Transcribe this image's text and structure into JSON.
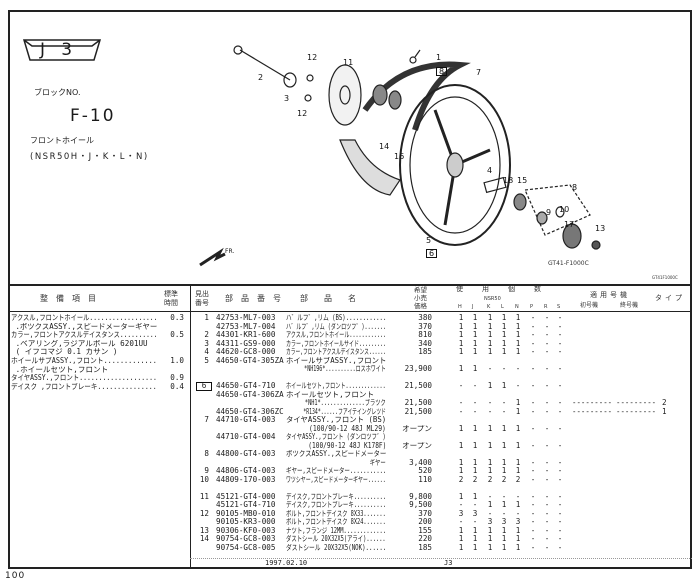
{
  "block": {
    "badge": "J   3",
    "block_no_label": "ブロックNO.",
    "block_no": "F-10",
    "title": "フロントホイール",
    "models": "(NSR50H・J・K・L・N)"
  },
  "diagram": {
    "drawing_code": "GT41-F1000C",
    "corner_code": "GT41F1000C",
    "fr_label": "FR.",
    "callouts": [
      {
        "label": "2",
        "boxed": false
      },
      {
        "label": "3",
        "boxed": false
      },
      {
        "label": "12",
        "boxed": false
      },
      {
        "label": "12",
        "boxed": false
      },
      {
        "label": "11",
        "boxed": false
      },
      {
        "label": "1",
        "boxed": false
      },
      {
        "label": "8",
        "boxed": true
      },
      {
        "label": "7",
        "boxed": false
      },
      {
        "label": "14",
        "boxed": false
      },
      {
        "label": "16",
        "boxed": false
      },
      {
        "label": "4",
        "boxed": false
      },
      {
        "label": "18",
        "boxed": false
      },
      {
        "label": "15",
        "boxed": false
      },
      {
        "label": "5",
        "boxed": false
      },
      {
        "label": "6",
        "boxed": true
      },
      {
        "label": "8",
        "boxed": false
      },
      {
        "label": "9",
        "boxed": false
      },
      {
        "label": "10",
        "boxed": false
      },
      {
        "label": "17",
        "boxed": false
      },
      {
        "label": "13",
        "boxed": false
      }
    ]
  },
  "left_table": {
    "headers": {
      "item": "整　備　項　目",
      "time": "標準 時間"
    },
    "rows": [
      {
        "text": "アクスル,フロントホイール..................",
        "time": "0.3"
      },
      {
        "text": " .ボツクスASSY.,スピードメーターギヤー",
        "time": ""
      },
      {
        "text": "カラー,フロントアクスルデイスタンス..........",
        "time": "0.5"
      },
      {
        "text": " .ベアリング,ラジアルボール 6201UU",
        "time": ""
      },
      {
        "text": " ( イフコマジ 0.1 カサン )",
        "time": ""
      },
      {
        "text": "ホイールサブASSY.,フロント.............",
        "time": "1.0"
      },
      {
        "text": " .ホイールセツト,フロント",
        "time": ""
      },
      {
        "text": "タイヤASSY.,フロント....................",
        "time": "0.9"
      },
      {
        "text": "デイスク ,フロントブレーキ...............",
        "time": "0.4"
      }
    ]
  },
  "parts_table": {
    "headers": {
      "ref": "見出 番号",
      "part_no": "部　品　番　号",
      "name": "部　　品　　名",
      "price": "希望 小売 価格",
      "qty": "使　用　個　数",
      "model": "NSR50",
      "variants": [
        "H",
        "J",
        "K",
        "L",
        "N",
        "P",
        "R",
        "S"
      ],
      "serial": "適用号機",
      "serial_start": "初号機",
      "serial_end": "終号機",
      "type": "タイプ"
    },
    "rows": [
      {
        "ref": "1",
        "boxed": false,
        "part_no": "42753-ML7-003",
        "name": "ハ゛ルフ゛,リム (BS)............",
        "price": "380",
        "qty": [
          "1",
          "1",
          "1",
          "1",
          "1",
          "-",
          "-",
          "-"
        ],
        "start": "",
        "end": "",
        "type": ""
      },
      {
        "ref": "",
        "boxed": false,
        "part_no": "42753-ML7-004",
        "name": "ハ゛ルフ゛,リム (ダンロツフ゜).......",
        "price": "370",
        "qty": [
          "1",
          "1",
          "1",
          "1",
          "1",
          "-",
          "-",
          "-"
        ],
        "start": "",
        "end": "",
        "type": ""
      },
      {
        "ref": "2",
        "boxed": false,
        "part_no": "44301-KR1-600",
        "name": "アクスル,フロントホイール............",
        "price": "810",
        "qty": [
          "1",
          "1",
          "1",
          "1",
          "1",
          "-",
          "-",
          "-"
        ],
        "start": "",
        "end": "",
        "type": ""
      },
      {
        "ref": "3",
        "boxed": false,
        "part_no": "44311-GS9-000",
        "name": "カラー,フロントホイールサイド.........",
        "price": "340",
        "qty": [
          "1",
          "1",
          "1",
          "1",
          "1",
          "-",
          "-",
          "-"
        ],
        "start": "",
        "end": "",
        "type": ""
      },
      {
        "ref": "4",
        "boxed": false,
        "part_no": "44620-GC8-000",
        "name": "カラー,フロントアクスルデイスタンス......",
        "price": "185",
        "qty": [
          "1",
          "1",
          "1",
          "1",
          "1",
          "-",
          "-",
          "-"
        ],
        "start": "",
        "end": "",
        "type": ""
      },
      {
        "ref": "5",
        "boxed": false,
        "part_no": "44650-GT4-305ZA",
        "name": "ホイールサブASSY.,フロント",
        "price": "",
        "qty": [
          "",
          "",
          "",
          "",
          "",
          "",
          "",
          ""
        ],
        "start": "",
        "end": "",
        "type": ""
      },
      {
        "ref": "",
        "boxed": false,
        "part_no": "",
        "name": "      *NH196*..........ロスホワイト",
        "price": "23,900",
        "qty": [
          "1",
          "1",
          "-",
          "-",
          "-",
          "-",
          "-",
          "-"
        ],
        "start": "",
        "end": "",
        "type": ""
      },
      {
        "ref": "",
        "boxed": false,
        "part_no": "",
        "name": "",
        "price": "",
        "qty": [
          "",
          "",
          "",
          "",
          "",
          "",
          "",
          ""
        ],
        "start": "",
        "end": "",
        "type": ""
      },
      {
        "ref": "6",
        "boxed": true,
        "part_no": "44650-GT4-710",
        "name": "ホイールセツト,フロント.............",
        "price": "21,500",
        "qty": [
          "-",
          "-",
          "1",
          "1",
          "-",
          "-",
          "-",
          "-"
        ],
        "start": "",
        "end": "",
        "type": ""
      },
      {
        "ref": "",
        "boxed": false,
        "part_no": "44650-GT4-306ZA",
        "name": "ホイールセツト,フロント",
        "price": "",
        "qty": [
          "",
          "",
          "",
          "",
          "",
          "",
          "",
          ""
        ],
        "start": "",
        "end": "",
        "type": ""
      },
      {
        "ref": "",
        "boxed": false,
        "part_no": "",
        "name": "      *NH1*..............ブラツク",
        "price": "21,500",
        "qty": [
          "-",
          "-",
          "-",
          "-",
          "1",
          "-",
          "-",
          "-"
        ],
        "start": "---------",
        "end": "---------",
        "type": "2"
      },
      {
        "ref": "",
        "boxed": false,
        "part_no": "44650-GT4-306ZC",
        "name": "      *R134*......フアイテイングレツド",
        "price": "21,500",
        "qty": [
          "-",
          "-",
          "-",
          "-",
          "1",
          "-",
          "-",
          "-"
        ],
        "start": "---------",
        "end": "---------",
        "type": "1"
      },
      {
        "ref": "7",
        "boxed": false,
        "part_no": "44710-GT4-003",
        "name": "タイヤASSY.,フロント (BS)",
        "price": "",
        "qty": [
          "",
          "",
          "",
          "",
          "",
          "",
          "",
          ""
        ],
        "start": "",
        "end": "",
        "type": ""
      },
      {
        "ref": "",
        "boxed": false,
        "part_no": "",
        "name": "      (100/90-12 48J ML29)",
        "price": "オープン",
        "qty": [
          "1",
          "1",
          "1",
          "1",
          "1",
          "-",
          "-",
          "-"
        ],
        "start": "",
        "end": "",
        "type": ""
      },
      {
        "ref": "",
        "boxed": false,
        "part_no": "44710-GT4-004",
        "name": "タイヤASSY.,フロント (ダンロツフ゜)",
        "price": "",
        "qty": [
          "",
          "",
          "",
          "",
          "",
          "",
          "",
          ""
        ],
        "start": "",
        "end": "",
        "type": ""
      },
      {
        "ref": "",
        "boxed": false,
        "part_no": "",
        "name": "      (100/90-12 48J K178F)",
        "price": "オープン",
        "qty": [
          "1",
          "1",
          "1",
          "1",
          "1",
          "-",
          "-",
          "-"
        ],
        "start": "",
        "end": "",
        "type": ""
      },
      {
        "ref": "8",
        "boxed": false,
        "part_no": "44800-GT4-003",
        "name": "ボツクスASSY.,スピードメーター",
        "price": "",
        "qty": [
          "",
          "",
          "",
          "",
          "",
          "",
          "",
          ""
        ],
        "start": "",
        "end": "",
        "type": ""
      },
      {
        "ref": "",
        "boxed": false,
        "part_no": "",
        "name": "                          ギヤー",
        "price": "3,400",
        "qty": [
          "1",
          "1",
          "1",
          "1",
          "1",
          "-",
          "-",
          "-"
        ],
        "start": "",
        "end": "",
        "type": ""
      },
      {
        "ref": "9",
        "boxed": false,
        "part_no": "44806-GT4-003",
        "name": "ギヤー,スピードメーター...........",
        "price": "520",
        "qty": [
          "1",
          "1",
          "1",
          "1",
          "1",
          "-",
          "-",
          "-"
        ],
        "start": "",
        "end": "",
        "type": ""
      },
      {
        "ref": "10",
        "boxed": false,
        "part_no": "44809-170-003",
        "name": "ワツシヤー,スピードメーターギヤー......",
        "price": "110",
        "qty": [
          "2",
          "2",
          "2",
          "2",
          "2",
          "-",
          "-",
          "-"
        ],
        "start": "",
        "end": "",
        "type": ""
      },
      {
        "ref": "",
        "boxed": false,
        "part_no": "",
        "name": "",
        "price": "",
        "qty": [
          "",
          "",
          "",
          "",
          "",
          "",
          "",
          ""
        ],
        "start": "",
        "end": "",
        "type": ""
      },
      {
        "ref": "11",
        "boxed": false,
        "part_no": "45121-GT4-000",
        "name": "デイスク,フロントブレーキ..........",
        "price": "9,800",
        "qty": [
          "1",
          "1",
          "-",
          "-",
          "-",
          "-",
          "-",
          "-"
        ],
        "start": "",
        "end": "",
        "type": ""
      },
      {
        "ref": "",
        "boxed": false,
        "part_no": "45121-GT4-710",
        "name": "デイスク,フロントブレーキ..........",
        "price": "9,500",
        "qty": [
          "-",
          "-",
          "1",
          "1",
          "1",
          "-",
          "-",
          "-"
        ],
        "start": "",
        "end": "",
        "type": ""
      },
      {
        "ref": "12",
        "boxed": false,
        "part_no": "90105-MB0-010",
        "name": "ボルト,フロントデイスク 8X33.......",
        "price": "370",
        "qty": [
          "3",
          "3",
          "-",
          "-",
          "-",
          "-",
          "-",
          "-"
        ],
        "start": "",
        "end": "",
        "type": ""
      },
      {
        "ref": "",
        "boxed": false,
        "part_no": "90105-KR3-000",
        "name": "ボルト,フロントデイスク 8X24.......",
        "price": "200",
        "qty": [
          "-",
          "-",
          "3",
          "3",
          "3",
          "-",
          "-",
          "-"
        ],
        "start": "",
        "end": "",
        "type": ""
      },
      {
        "ref": "13",
        "boxed": false,
        "part_no": "90306-KF0-003",
        "name": "ナツト,フランジ 12MM.............",
        "price": "155",
        "qty": [
          "1",
          "1",
          "1",
          "1",
          "1",
          "-",
          "-",
          "-"
        ],
        "start": "",
        "end": "",
        "type": ""
      },
      {
        "ref": "14",
        "boxed": false,
        "part_no": "90754-GC8-003",
        "name": "ダストシール 20X32X5(アライ)......",
        "price": "220",
        "qty": [
          "1",
          "1",
          "1",
          "1",
          "1",
          "-",
          "-",
          "-"
        ],
        "start": "",
        "end": "",
        "type": ""
      },
      {
        "ref": "",
        "boxed": false,
        "part_no": "90754-GC8-005",
        "name": "ダストシール 20X32X5(NOK)......",
        "price": "185",
        "qty": [
          "1",
          "1",
          "1",
          "1",
          "1",
          "-",
          "-",
          "-"
        ],
        "start": "",
        "end": "",
        "type": ""
      }
    ]
  },
  "footer": {
    "date": "1997.02.10",
    "block": "J3",
    "page_number": "100"
  }
}
